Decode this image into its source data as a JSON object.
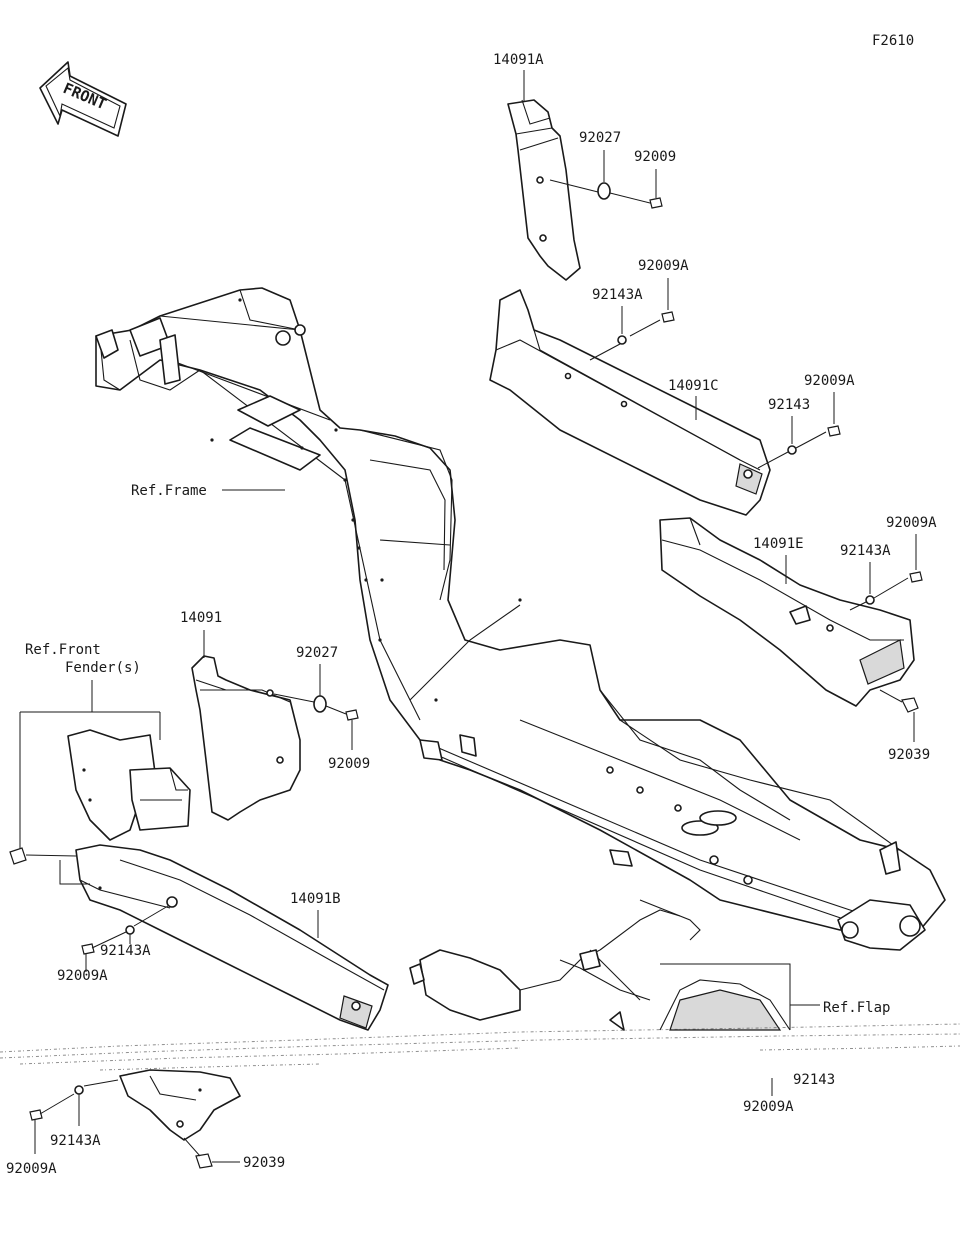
{
  "figure_code": "F2610",
  "front_arrow_label": "FRONT",
  "callouts": {
    "p14091A": "14091A",
    "p92027_top": "92027",
    "p92009_top": "92009",
    "p92009A_1": "92009A",
    "p92143A_1": "92143A",
    "p14091C": "14091C",
    "p92009A_2": "92009A",
    "p92143_1": "92143",
    "ref_frame": "Ref.Frame",
    "p92009A_3": "92009A",
    "p14091E": "14091E",
    "p92143A_2": "92143A",
    "p14091": "14091",
    "p92027_mid": "92027",
    "p92009_mid": "92009",
    "p92039_right": "92039",
    "ref_front_fender_1": "Ref.Front",
    "ref_front_fender_2": "Fender(s)",
    "p14091B": "14091B",
    "p92143A_3": "92143A",
    "p92009A_4": "92009A",
    "ref_flap": "Ref.Flap",
    "p92143_2": "92143",
    "p92009A_5": "92009A",
    "p92143A_4": "92143A",
    "p92009A_6": "92009A",
    "p92039_bottom": "92039"
  },
  "colors": {
    "line": "#1a1a1a",
    "background": "#ffffff",
    "shade": "#d9d9d9"
  }
}
